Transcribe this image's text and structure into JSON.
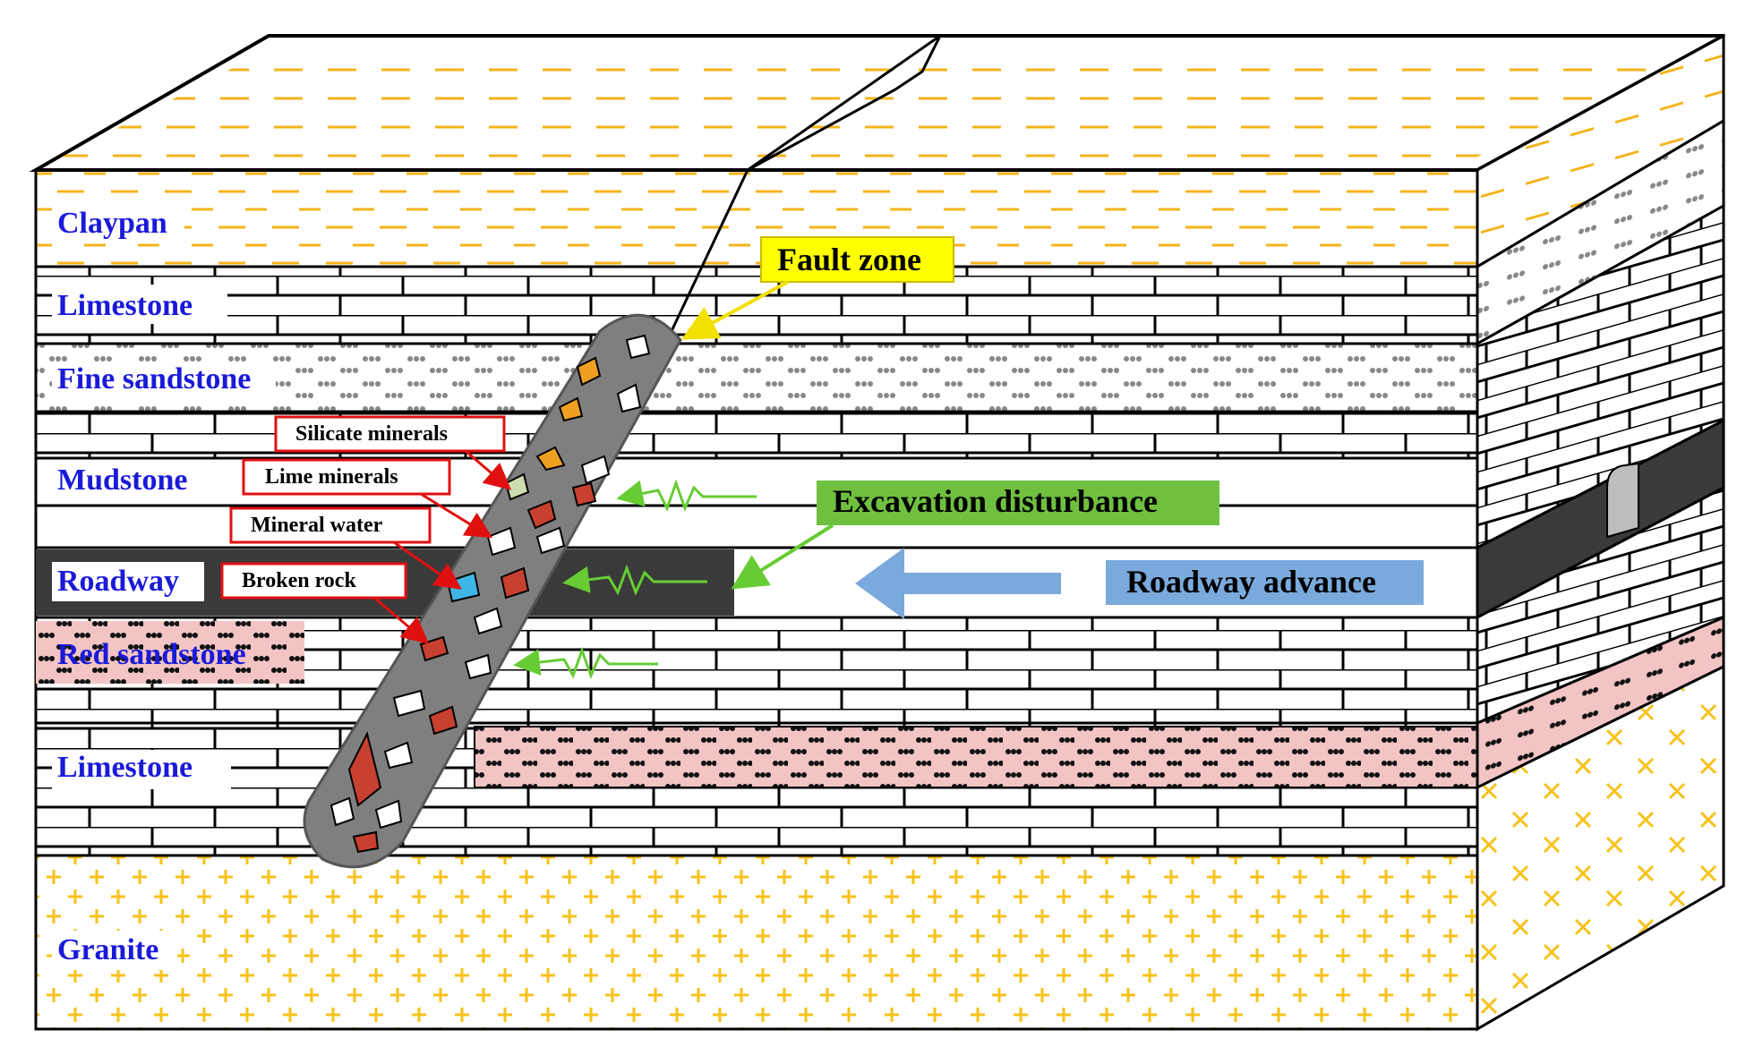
{
  "layers": {
    "claypan": "Claypan",
    "limestone_upper": "Limestone",
    "fine_sandstone": "Fine sandstone",
    "mudstone": "Mudstone",
    "roadway": "Roadway",
    "red_sandstone": "Red sandstone",
    "limestone_lower": "Limestone",
    "granite": "Granite"
  },
  "callouts": {
    "fault_zone": "Fault zone",
    "excavation_disturbance": "Excavation disturbance",
    "roadway_advance": "Roadway advance"
  },
  "minerals": {
    "silicate": "Silicate minerals",
    "lime": "Lime minerals",
    "water": "Mineral water",
    "broken_rock": "Broken rock"
  },
  "colors": {
    "label_blue": "#1a1ad9",
    "claypan_dash": "#f4b41a",
    "granite_plus": "#f7c21a",
    "red_sandstone_fill": "#f2c4c4",
    "roadway_fill": "#3a3a3a",
    "fault_zone_fill": "#7f7f7f",
    "fault_callout_bg": "#ffff00",
    "excavation_callout_bg": "#70c040",
    "roadway_advance_bg": "#7aa9dc",
    "advance_arrow": "#7aa9dc",
    "wave_arrow": "#66cc33",
    "mineral_label_border": "#e01010"
  }
}
